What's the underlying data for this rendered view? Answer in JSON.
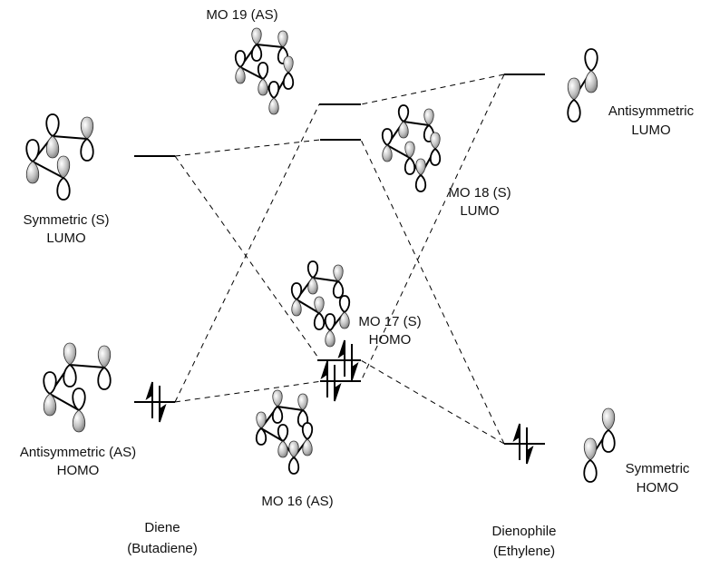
{
  "diagram": {
    "title": "Frontier molecular orbital correlation diagram: Diels-Alder reaction",
    "lobe_shade_color": "#8a8a8a",
    "line_color": "#000000",
    "labels": {
      "mo19": "MO 19 (AS)",
      "mo18_line1": "MO 18 (S)",
      "mo18_line2": "LUMO",
      "mo17_line1": "MO 17 (S)",
      "mo17_line2": "HOMO",
      "mo16": "MO 16 (AS)",
      "diene_lumo_line1": "Symmetric (S)",
      "diene_lumo_line2": "LUMO",
      "diene_homo_line1": "Antisymmetric (AS)",
      "diene_homo_line2": "HOMO",
      "dienophile_lumo_line1": "Antisymmetric",
      "dienophile_lumo_line2": "LUMO",
      "dienophile_homo_line1": "Symmetric",
      "dienophile_homo_line2": "HOMO",
      "diene_line1": "Diene",
      "diene_line2": "(Butadiene)",
      "dienophile_line1": "Dienophile",
      "dienophile_line2": "(Ethylene)"
    },
    "levels": [
      {
        "id": "diene-lumo",
        "column": "diene",
        "symmetry": "S",
        "electrons": 0
      },
      {
        "id": "diene-homo",
        "column": "diene",
        "symmetry": "AS",
        "electrons": 2
      },
      {
        "id": "mo19",
        "column": "product",
        "symmetry": "AS",
        "electrons": 0
      },
      {
        "id": "mo18",
        "column": "product",
        "symmetry": "S",
        "electrons": 0
      },
      {
        "id": "mo17",
        "column": "product",
        "symmetry": "S",
        "electrons": 2
      },
      {
        "id": "mo16",
        "column": "product",
        "symmetry": "AS",
        "electrons": 2
      },
      {
        "id": "dienophile-lumo",
        "column": "dienophile",
        "symmetry": "AS",
        "electrons": 0
      },
      {
        "id": "dienophile-homo",
        "column": "dienophile",
        "symmetry": "S",
        "electrons": 2
      }
    ],
    "correlations": [
      [
        "diene-lumo",
        "mo18"
      ],
      [
        "diene-lumo",
        "mo17"
      ],
      [
        "diene-homo",
        "mo19"
      ],
      [
        "diene-homo",
        "mo16"
      ],
      [
        "dienophile-lumo",
        "mo19"
      ],
      [
        "dienophile-lumo",
        "mo16"
      ],
      [
        "dienophile-homo",
        "mo18"
      ],
      [
        "dienophile-homo",
        "mo17"
      ]
    ]
  }
}
